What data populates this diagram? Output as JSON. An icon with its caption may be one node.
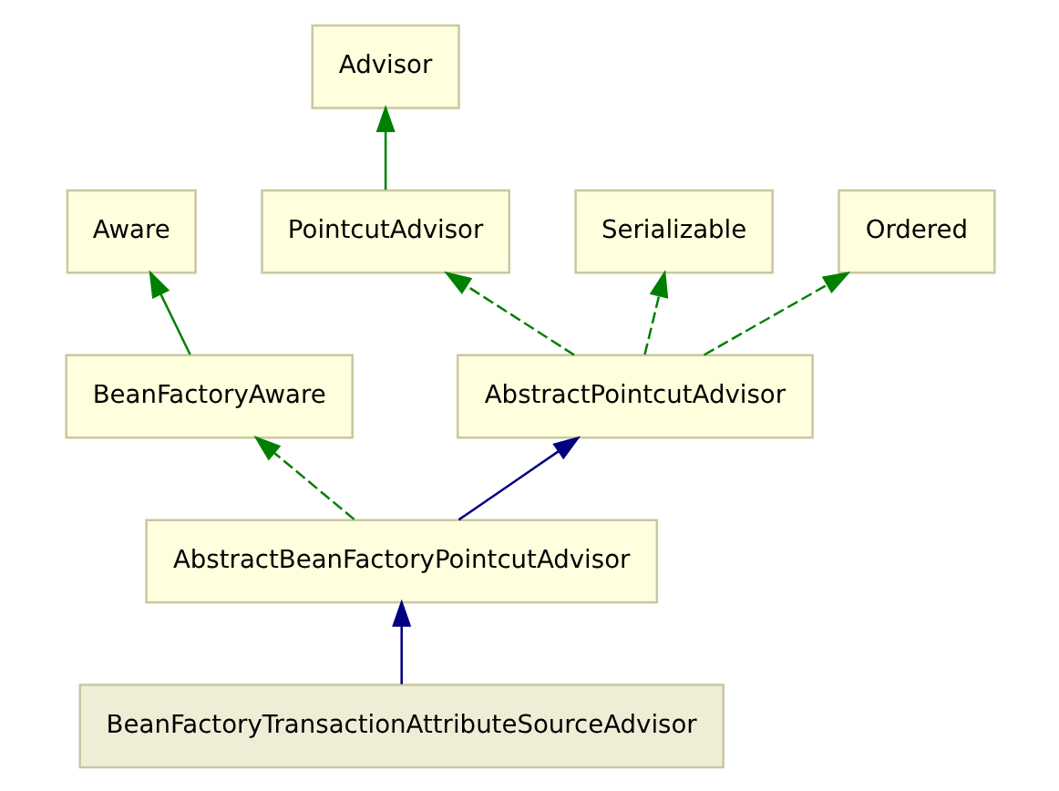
{
  "diagram": {
    "nodes": [
      {
        "text": [
          "Advisor"
        ]
      },
      {
        "text": [
          "Aware"
        ]
      },
      {
        "text": [
          "PointcutAdvisor"
        ]
      },
      {
        "text": [
          "Serializable"
        ]
      },
      {
        "text": [
          "Ordered"
        ]
      },
      {
        "text": [
          "BeanFactoryAware"
        ]
      },
      {
        "text": [
          "AbstractPointcutAdvisor"
        ]
      },
      {
        "text": [
          "AbstractBeanFactoryPointcutAdvisor"
        ]
      },
      {
        "text": [
          "BeanFactoryTransactionAttributeSourceAdvisor"
        ]
      }
    ],
    "edges": [
      {
        "from": 2,
        "to": 0,
        "arrow": "to"
      },
      {
        "from": 5,
        "to": 1,
        "arrow": "to"
      },
      {
        "from": 6,
        "to": 2,
        "arrow": "to",
        "style": "dashed"
      },
      {
        "from": 6,
        "to": 3,
        "arrow": "to",
        "style": "dashed"
      },
      {
        "from": 6,
        "to": 4,
        "arrow": "to",
        "style": "dashed"
      },
      {
        "from": 7,
        "to": 5,
        "arrow": "to",
        "style": "dashed"
      },
      {
        "from": 7,
        "to": 6,
        "arrow": "to",
        "color": "#000080"
      },
      {
        "from": 8,
        "to": 7,
        "arrow": "to",
        "color": "#000080"
      }
    ]
  }
}
